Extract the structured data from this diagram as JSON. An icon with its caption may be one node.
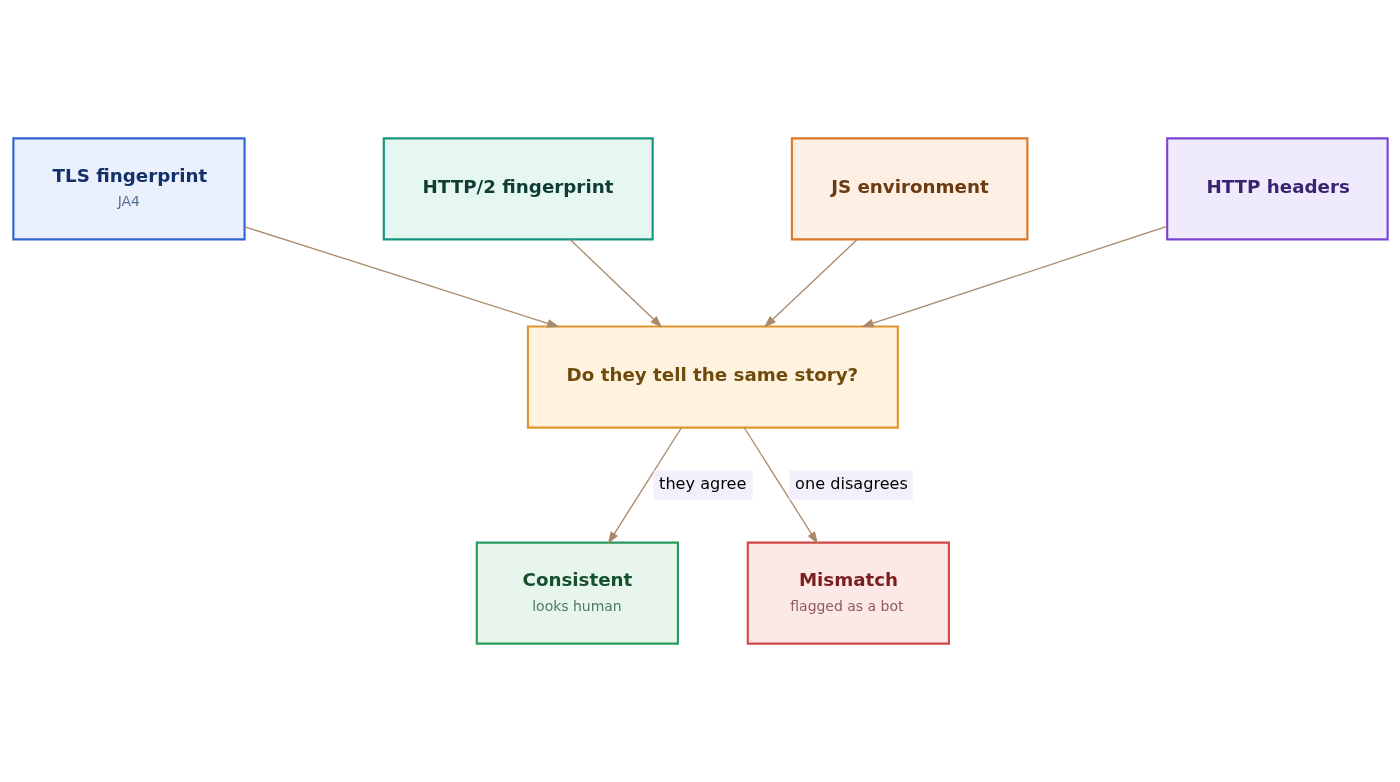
{
  "diagram": {
    "nodes": [
      {
        "text": [
          "TLS fingerprint",
          "JA4"
        ]
      },
      {
        "text": [
          "HTTP/2 fingerprint"
        ]
      },
      {
        "text": [
          "JS environment"
        ]
      },
      {
        "text": [
          "HTTP headers"
        ]
      },
      {
        "text": [
          "Do they tell the same story?"
        ]
      },
      {
        "text": [
          "Consistent",
          "looks human"
        ]
      },
      {
        "text": [
          "Mismatch",
          "flagged as a bot"
        ]
      }
    ],
    "edges": [
      {
        "from": 0,
        "to": 4,
        "arrow": "to"
      },
      {
        "from": 1,
        "to": 4,
        "arrow": "to"
      },
      {
        "from": 2,
        "to": 4,
        "arrow": "to"
      },
      {
        "from": 3,
        "to": 4,
        "arrow": "to"
      },
      {
        "from": 4,
        "to": 5,
        "arrow": "to",
        "label": "they agree"
      },
      {
        "from": 4,
        "to": 6,
        "arrow": "to",
        "label": "one disagrees"
      }
    ]
  }
}
